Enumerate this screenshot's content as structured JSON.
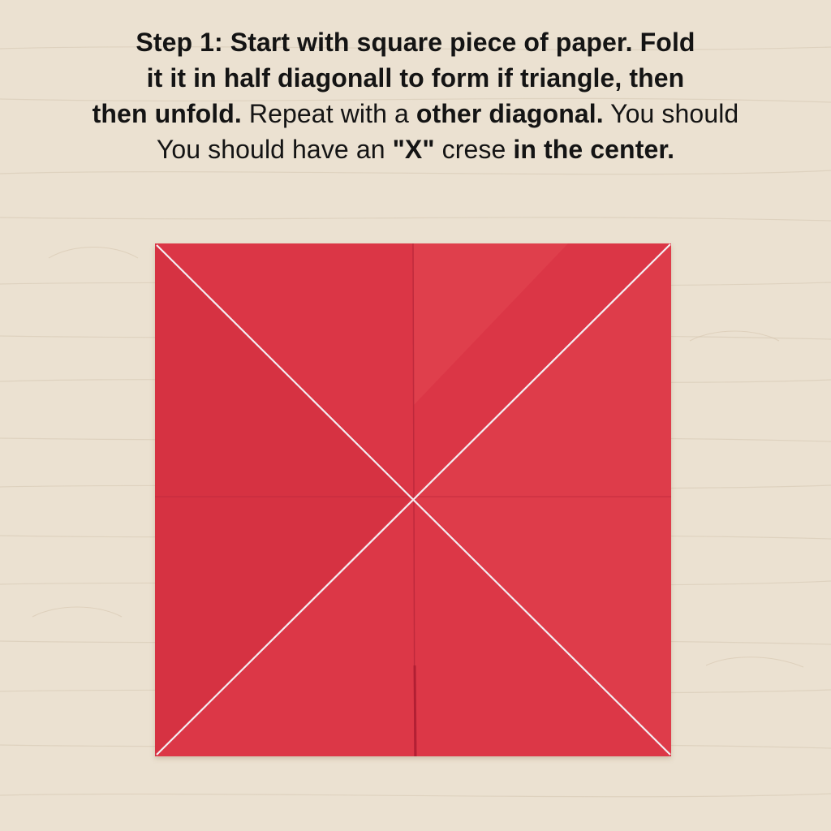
{
  "instruction": {
    "line1": [
      {
        "text": "Step 1: Start with square piece of paper. Fold",
        "bold": true
      }
    ],
    "line2": [
      {
        "text": "it it in half diagonall to form if triangle, then",
        "bold": true
      }
    ],
    "line3": [
      {
        "text": "then unfold.",
        "bold": true
      },
      {
        "text": " Repeat with a ",
        "bold": false
      },
      {
        "text": "other diagonal.",
        "bold": true
      },
      {
        "text": " You should",
        "bold": false
      }
    ],
    "line4": [
      {
        "text": "You should have an ",
        "bold": false
      },
      {
        "text": "\"X\"",
        "bold": true
      },
      {
        "text": " crese ",
        "bold": false
      },
      {
        "text": "in the center.",
        "bold": true
      }
    ]
  },
  "colors": {
    "paper": "#d93344",
    "paper_light": "#e0434f",
    "crease": "#f4eef2",
    "table": "#ece2d3",
    "text": "#141414"
  }
}
